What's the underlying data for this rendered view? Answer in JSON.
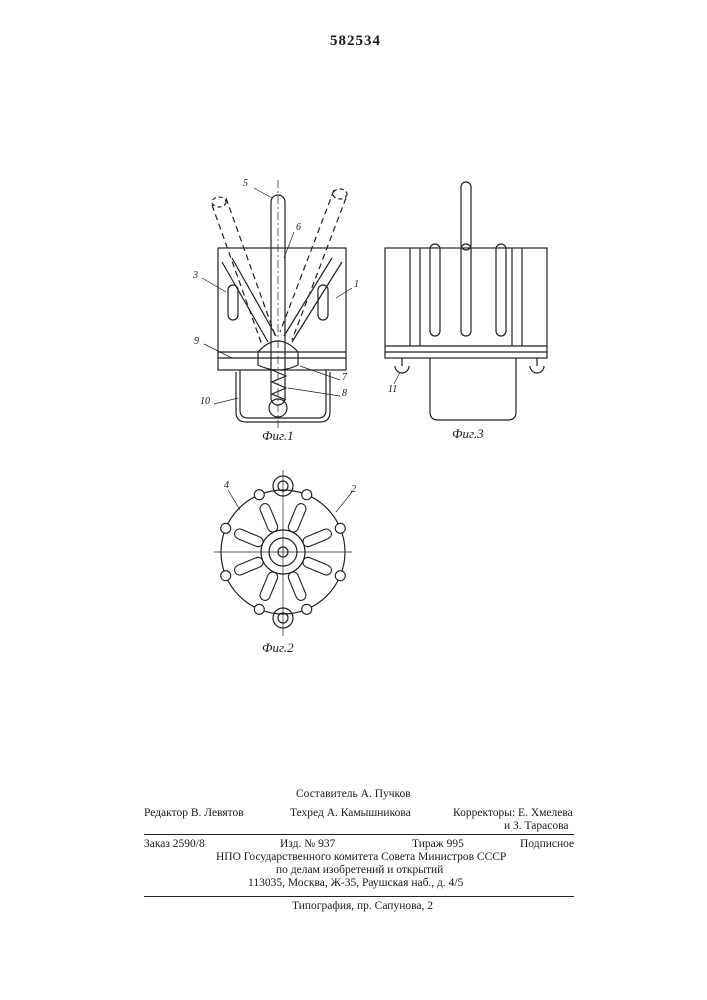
{
  "patent_number": "582534",
  "figures": {
    "fig1": {
      "caption": "Фиг.1",
      "labels": [
        "5",
        "6",
        "3",
        "1",
        "9",
        "7",
        "10",
        "8"
      ]
    },
    "fig2": {
      "caption": "Фиг.2",
      "labels": [
        "4",
        "2"
      ]
    },
    "fig3": {
      "caption": "Фиг.3",
      "labels": [
        "11"
      ]
    }
  },
  "credits": {
    "compiler": "Составитель А. Пучков",
    "editor": "Редактор В. Левятов",
    "techred": "Техред А. Камышникова",
    "correctors_1": "Корректоры: Е. Хмелева",
    "correctors_2": "и З. Тарасова"
  },
  "imprint": {
    "order": "Заказ 2590/8",
    "edition_no": "Изд. № 937",
    "circulation": "Тираж 995",
    "subscription": "Подписное",
    "org_1": "НПО Государственного комитета Совета Министров СССР",
    "org_2": "по делам изобретений и открытий",
    "address": "113035, Москва, Ж-35, Раушская наб., д. 4/5",
    "printer": "Типография, пр. Сапунова, 2"
  }
}
